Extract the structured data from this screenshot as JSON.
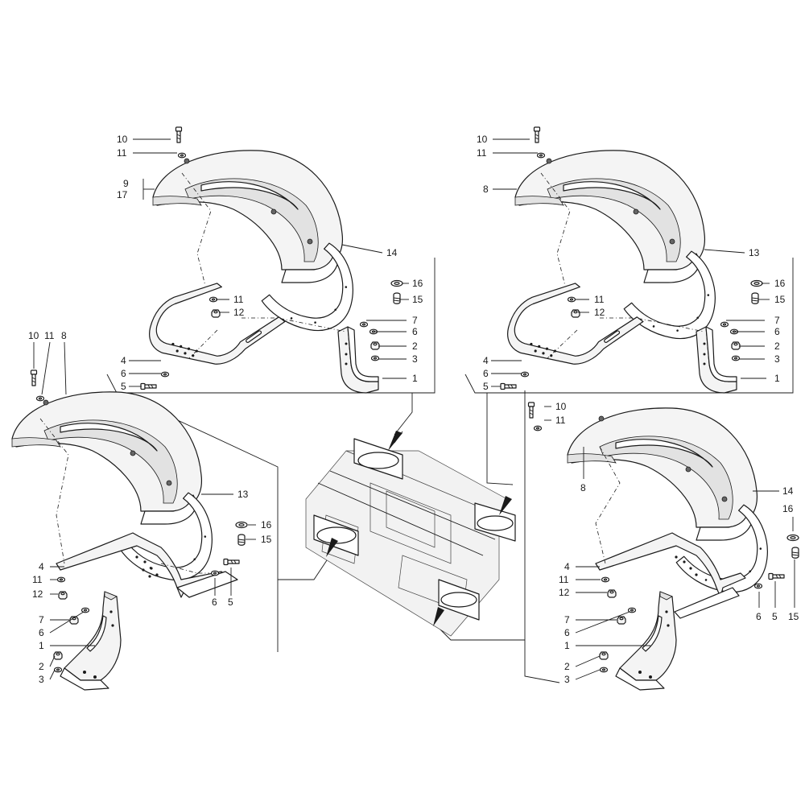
{
  "diagram": {
    "type": "exploded-parts-diagram",
    "groups": [
      {
        "id": "top-left",
        "callouts": [
          {
            "text": "10"
          },
          {
            "text": "11"
          },
          {
            "text": "9"
          },
          {
            "text": "17"
          },
          {
            "text": "14"
          },
          {
            "text": "11"
          },
          {
            "text": "12"
          },
          {
            "text": "16"
          },
          {
            "text": "15"
          },
          {
            "text": "7"
          },
          {
            "text": "6"
          },
          {
            "text": "2"
          },
          {
            "text": "3"
          },
          {
            "text": "4"
          },
          {
            "text": "6"
          },
          {
            "text": "5"
          },
          {
            "text": "1"
          }
        ]
      },
      {
        "id": "top-right",
        "callouts": [
          {
            "text": "10"
          },
          {
            "text": "11"
          },
          {
            "text": "8"
          },
          {
            "text": "13"
          },
          {
            "text": "11"
          },
          {
            "text": "12"
          },
          {
            "text": "16"
          },
          {
            "text": "15"
          },
          {
            "text": "7"
          },
          {
            "text": "6"
          },
          {
            "text": "2"
          },
          {
            "text": "3"
          },
          {
            "text": "4"
          },
          {
            "text": "6"
          },
          {
            "text": "5"
          },
          {
            "text": "1"
          }
        ]
      },
      {
        "id": "bottom-left",
        "callouts": [
          {
            "text": "10"
          },
          {
            "text": "11"
          },
          {
            "text": "8"
          },
          {
            "text": "13"
          },
          {
            "text": "16"
          },
          {
            "text": "15"
          },
          {
            "text": "4"
          },
          {
            "text": "11"
          },
          {
            "text": "12"
          },
          {
            "text": "6"
          },
          {
            "text": "5"
          },
          {
            "text": "7"
          },
          {
            "text": "6"
          },
          {
            "text": "1"
          },
          {
            "text": "2"
          },
          {
            "text": "3"
          }
        ]
      },
      {
        "id": "bottom-right",
        "callouts": [
          {
            "text": "10"
          },
          {
            "text": "11"
          },
          {
            "text": "8"
          },
          {
            "text": "14"
          },
          {
            "text": "16"
          },
          {
            "text": "4"
          },
          {
            "text": "11"
          },
          {
            "text": "12"
          },
          {
            "text": "7"
          },
          {
            "text": "6"
          },
          {
            "text": "1"
          },
          {
            "text": "6"
          },
          {
            "text": "5"
          },
          {
            "text": "15"
          },
          {
            "text": "2"
          },
          {
            "text": "3"
          }
        ]
      }
    ]
  }
}
